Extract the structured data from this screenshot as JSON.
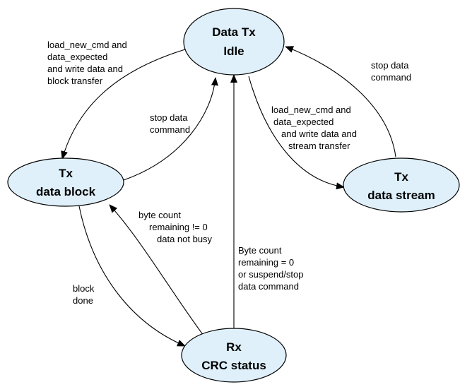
{
  "states": {
    "idle": {
      "line1": "Data Tx",
      "line2": "Idle"
    },
    "block": {
      "line1": "Tx",
      "line2": "data block"
    },
    "stream": {
      "line1": "Tx",
      "line2": "data stream"
    },
    "crc": {
      "line1": "Rx",
      "line2": "CRC status"
    }
  },
  "transitions": {
    "idle_to_block": [
      "load_new_cmd and",
      "data_expected",
      "and write data and",
      "block transfer"
    ],
    "block_to_idle": [
      "stop data",
      "command"
    ],
    "idle_to_stream": [
      "load_new_cmd and",
      "data_expected",
      "and write data and",
      "stream transfer"
    ],
    "stream_to_idle": [
      "stop data",
      "command"
    ],
    "crc_to_block": [
      "byte count",
      "remaining != 0",
      "data not busy"
    ],
    "crc_to_idle": [
      "Byte count",
      "remaining = 0",
      "or suspend/stop",
      "data command"
    ],
    "block_to_crc": [
      "block",
      "done"
    ]
  },
  "colors": {
    "state_fill": "#dff0fb",
    "stroke": "#000000"
  }
}
